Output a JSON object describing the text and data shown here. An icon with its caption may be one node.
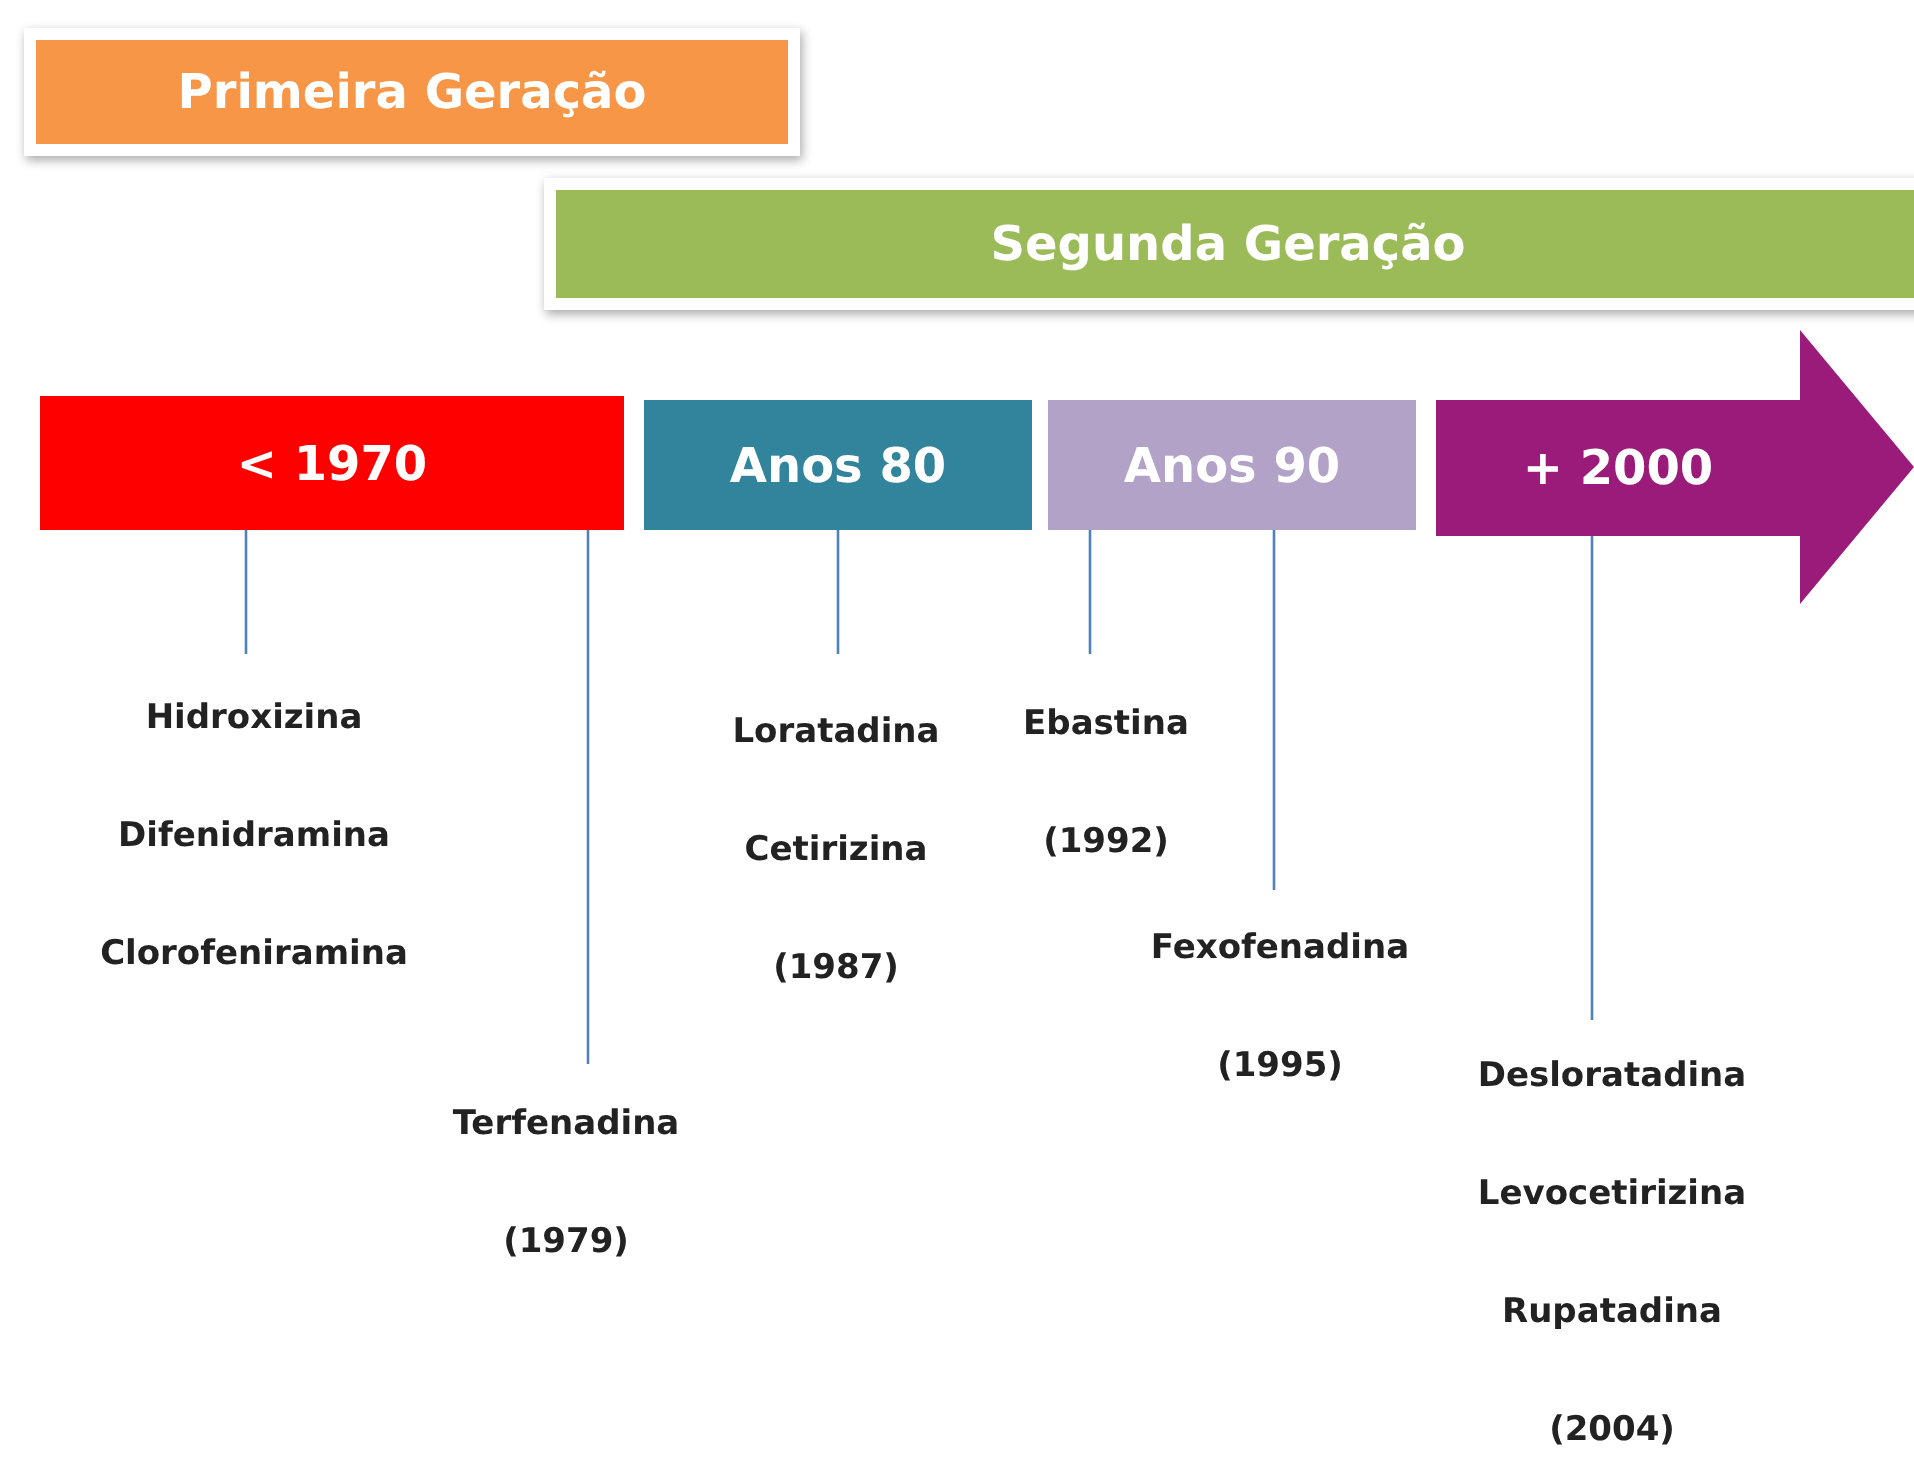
{
  "diagram": {
    "nodes": [
      {
        "text": [
          "Primeira Geração"
        ]
      },
      {
        "text": [
          "Segunda Geração"
        ]
      },
      {
        "text": [
          "< 1970"
        ]
      },
      {
        "text": [
          "Anos 80"
        ]
      },
      {
        "text": [
          "Anos 90"
        ]
      },
      {
        "text": [
          "+ 2000"
        ]
      },
      {
        "text": [
          "Hidroxizina",
          "Difenidramina",
          "Clorofeniramina"
        ]
      },
      {
        "text": [
          "Terfenadina",
          "(1979)"
        ]
      },
      {
        "text": [
          "Loratadina",
          "Cetirizina",
          "(1987)"
        ]
      },
      {
        "text": [
          "Ebastina",
          "(1992)"
        ]
      },
      {
        "text": [
          "Fexofenadina",
          "(1995)"
        ]
      },
      {
        "text": [
          "Desloratadina",
          "Levocetirizina",
          "Rupatadina",
          "(2004)"
        ]
      }
    ],
    "edges": [
      {
        "from": 2,
        "to": 6,
        "arrow": "none"
      },
      {
        "from": 2,
        "to": 7,
        "arrow": "none"
      },
      {
        "from": 3,
        "to": 8,
        "arrow": "none"
      },
      {
        "from": 4,
        "to": 9,
        "arrow": "none"
      },
      {
        "from": 4,
        "to": 10,
        "arrow": "none"
      },
      {
        "from": 5,
        "to": 11,
        "arrow": "none"
      }
    ]
  }
}
